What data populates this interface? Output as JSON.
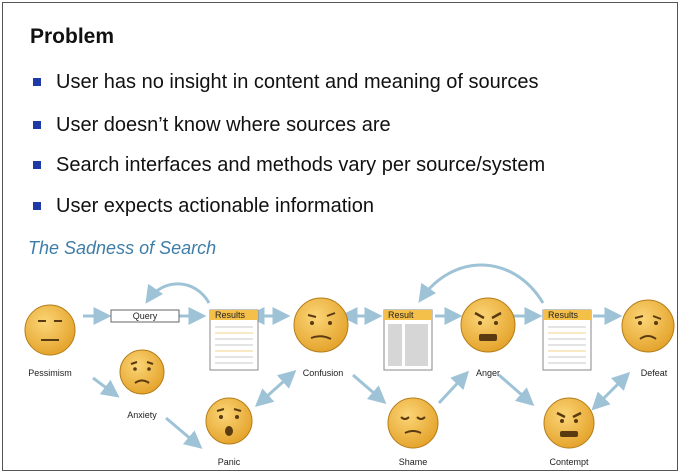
{
  "slide": {
    "title": "Problem",
    "bullets": [
      "User has no insight in content and meaning of sources",
      "User doesn’t know where sources are",
      "Search interfaces and methods vary per source/system",
      "User expects actionable information"
    ]
  },
  "diagram": {
    "title": "The Sadness of Search",
    "query_box_label": "Query",
    "documents": [
      "Results",
      "Result",
      "Results"
    ],
    "emotions": [
      "Pessimism",
      "Anxiety",
      "Panic",
      "Confusion",
      "Shame",
      "Anger",
      "Contempt",
      "Defeat"
    ]
  },
  "colors": {
    "bullet": "#1f3aa6",
    "diagram_title": "#3e7da8",
    "face": "#f2b33d",
    "arrow": "#9fc3d6",
    "doc_header": "#f5c04a"
  }
}
